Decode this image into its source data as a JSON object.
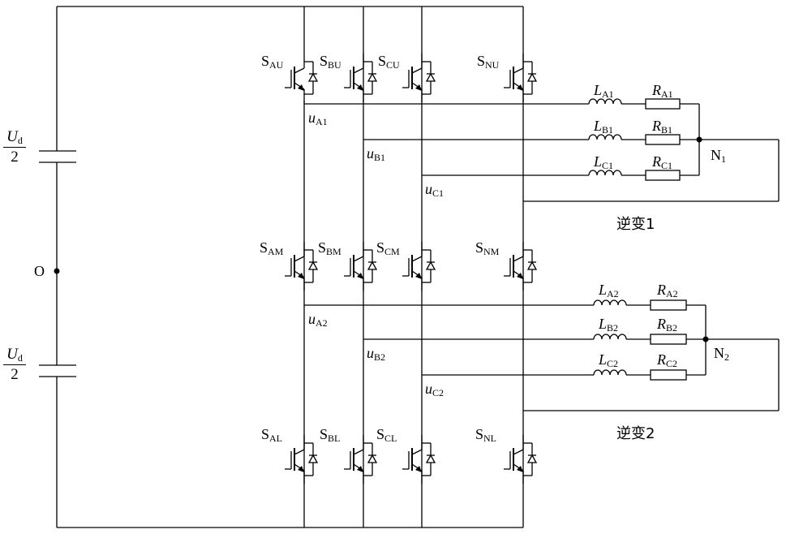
{
  "dc": {
    "cap_upper_num": "U",
    "cap_upper_sub": "d",
    "cap_upper_den": "2",
    "cap_lower_num": "U",
    "cap_lower_sub": "d",
    "cap_lower_den": "2",
    "midpoint": "O"
  },
  "switches": {
    "AU": {
      "main": "S",
      "sub": "AU"
    },
    "BU": {
      "main": "S",
      "sub": "BU"
    },
    "CU": {
      "main": "S",
      "sub": "CU"
    },
    "NU": {
      "main": "S",
      "sub": "NU"
    },
    "AM": {
      "main": "S",
      "sub": "AM"
    },
    "BM": {
      "main": "S",
      "sub": "BM"
    },
    "CM": {
      "main": "S",
      "sub": "CM"
    },
    "NM": {
      "main": "S",
      "sub": "NM"
    },
    "AL": {
      "main": "S",
      "sub": "AL"
    },
    "BL": {
      "main": "S",
      "sub": "BL"
    },
    "CL": {
      "main": "S",
      "sub": "CL"
    },
    "NL": {
      "main": "S",
      "sub": "NL"
    }
  },
  "voltages": {
    "A1": {
      "main": "u",
      "sub": "A1"
    },
    "B1": {
      "main": "u",
      "sub": "B1"
    },
    "C1": {
      "main": "u",
      "sub": "C1"
    },
    "A2": {
      "main": "u",
      "sub": "A2"
    },
    "B2": {
      "main": "u",
      "sub": "B2"
    },
    "C2": {
      "main": "u",
      "sub": "C2"
    }
  },
  "loads": {
    "inverter1": {
      "inductors": [
        {
          "main": "L",
          "sub": "A1"
        },
        {
          "main": "L",
          "sub": "B1"
        },
        {
          "main": "L",
          "sub": "C1"
        }
      ],
      "resistors": [
        {
          "main": "R",
          "sub": "A1"
        },
        {
          "main": "R",
          "sub": "B1"
        },
        {
          "main": "R",
          "sub": "C1"
        }
      ],
      "neutral": {
        "main": "N",
        "sub": "1"
      },
      "caption": "逆变1"
    },
    "inverter2": {
      "inductors": [
        {
          "main": "L",
          "sub": "A2"
        },
        {
          "main": "L",
          "sub": "B2"
        },
        {
          "main": "L",
          "sub": "C2"
        }
      ],
      "resistors": [
        {
          "main": "R",
          "sub": "A2"
        },
        {
          "main": "R",
          "sub": "B2"
        },
        {
          "main": "R",
          "sub": "C2"
        }
      ],
      "neutral": {
        "main": "N",
        "sub": "2"
      },
      "caption": "逆变2"
    }
  }
}
